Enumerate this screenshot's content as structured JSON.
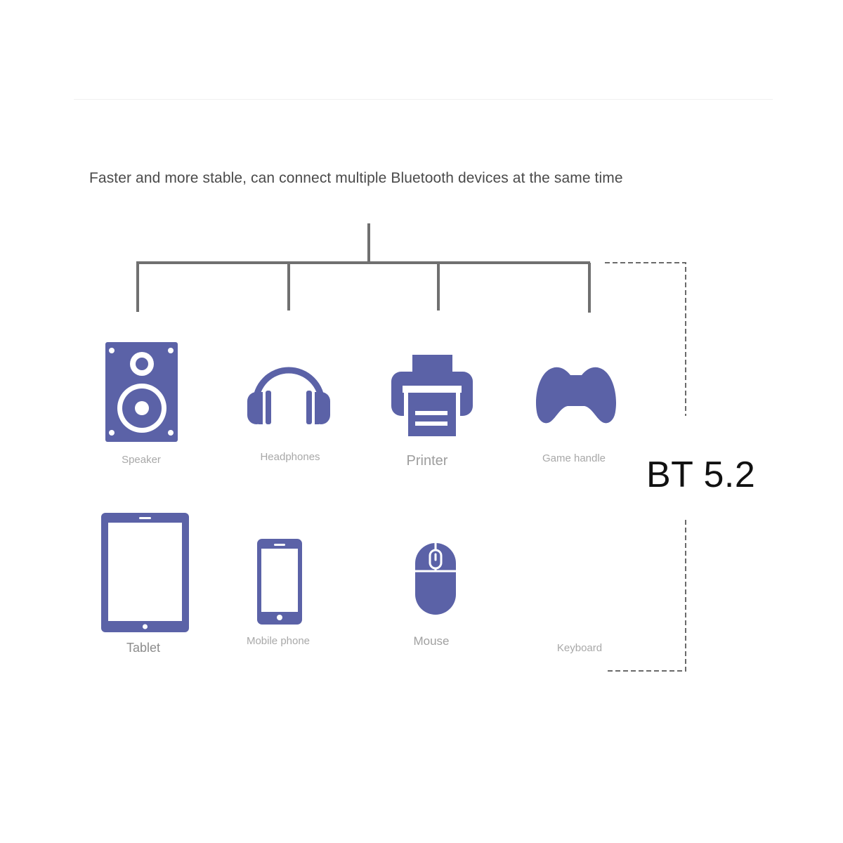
{
  "headline": "Faster and more stable, can connect multiple Bluetooth devices at the same time",
  "bt_version": "BT 5.2",
  "colors": {
    "icon": "#5b62a7",
    "connector": "#707070",
    "bracket": "#6a6a6a",
    "label": "#a8a8a8"
  },
  "devices": [
    {
      "label": "Speaker",
      "icon": "speaker-icon"
    },
    {
      "label": "Headphones",
      "icon": "headphones-icon"
    },
    {
      "label": "Printer",
      "icon": "printer-icon"
    },
    {
      "label": "Game handle",
      "icon": "gamepad-icon"
    },
    {
      "label": "Tablet",
      "icon": "tablet-icon"
    },
    {
      "label": "Mobile phone",
      "icon": "mobile-phone-icon"
    },
    {
      "label": "Mouse",
      "icon": "mouse-icon"
    },
    {
      "label": "Keyboard",
      "icon": ""
    }
  ]
}
